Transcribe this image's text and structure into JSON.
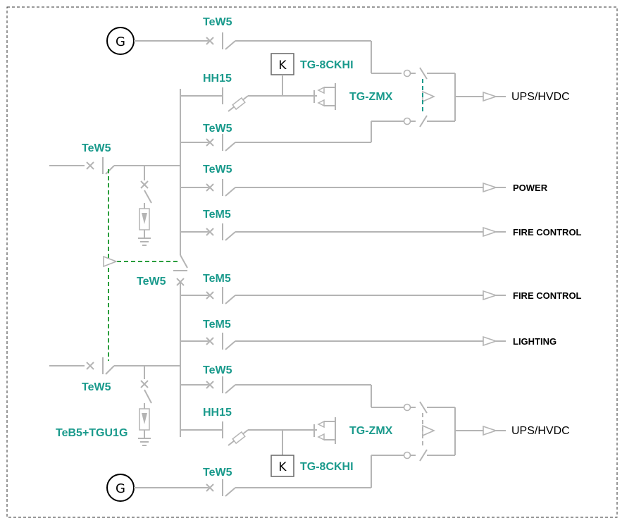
{
  "generators": {
    "top": "G",
    "bottom": "G"
  },
  "controllers": {
    "top": "K",
    "bottom": "K"
  },
  "labels": {
    "top_gen_breaker": "TeW5",
    "top_ctrl": "TG-8CKHI",
    "top_hh": "HH15",
    "top_zmx": "TG-ZMX",
    "top_feeder_ups": "TeW5",
    "incomer_1": "TeW5",
    "power_breaker": "TeW5",
    "fire1_breaker": "TeM5",
    "bus_tie": "TeW5",
    "fire2_breaker": "TeM5",
    "lighting_breaker": "TeM5",
    "incomer_2": "TeW5",
    "surge": "TeB5+TGU1G",
    "bottom_feeder_ups": "TeW5",
    "bottom_hh": "HH15",
    "bottom_zmx": "TG-ZMX",
    "bottom_ctrl": "TG-8CKHI",
    "bottom_gen_breaker": "TeW5"
  },
  "outputs": {
    "ups_top": "UPS/HVDC",
    "power": "POWER",
    "fire_1": "FIRE CONTROL",
    "fire_2": "FIRE CONTROL",
    "lighting": "LIGHTING",
    "ups_bottom": "UPS/HVDC"
  }
}
